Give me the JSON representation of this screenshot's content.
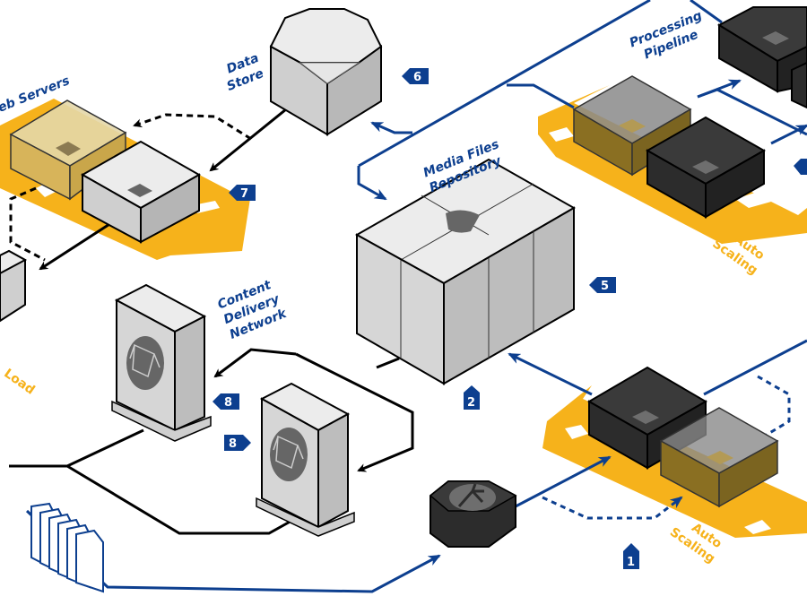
{
  "diagram": {
    "title": "Web application hosting architecture",
    "labels": {
      "web_servers": "eb Servers",
      "data_store_1": "Data",
      "data_store_2": "Store",
      "media_files_1": "Media Files",
      "media_files_2": "Repository",
      "processing_1": "Processing",
      "processing_2": "Pipeline",
      "cdn_1": "Content",
      "cdn_2": "Delivery",
      "cdn_3": "Network",
      "auto_scaling_top_1": "Auto",
      "auto_scaling_top_2": "Scaling",
      "auto_scaling_bottom_1": "Auto",
      "auto_scaling_bottom_2": "Scaling",
      "load_balancer": "Load"
    },
    "step_tags": [
      {
        "id": "tag-1",
        "number": "1"
      },
      {
        "id": "tag-2",
        "number": "2"
      },
      {
        "id": "tag-5",
        "number": "5"
      },
      {
        "id": "tag-6",
        "number": "6"
      },
      {
        "id": "tag-7",
        "number": "7"
      },
      {
        "id": "tag-8a",
        "number": "8"
      },
      {
        "id": "tag-8b",
        "number": "8"
      }
    ],
    "colors": {
      "blue": "#0d3f8f",
      "orange": "#f6b21b",
      "dark_box": "#2f2f2f",
      "light_box": "#d9d9d9",
      "ghost_box": "#8a6f22"
    },
    "nodes": [
      {
        "name": "web-server",
        "icon": "server-chip-icon"
      },
      {
        "name": "data-store",
        "icon": "database-octagon-icon"
      },
      {
        "name": "media-files-repository",
        "icon": "bucket-icon"
      },
      {
        "name": "cdn-edge-1",
        "icon": "globe-mesh-icon"
      },
      {
        "name": "cdn-edge-2",
        "icon": "globe-mesh-icon"
      },
      {
        "name": "load-balancer",
        "icon": "usb-split-icon"
      },
      {
        "name": "processing-instance",
        "icon": "chip-icon"
      },
      {
        "name": "ingest-instance",
        "icon": "chip-icon"
      },
      {
        "name": "document-stack",
        "icon": "documents-icon"
      }
    ]
  }
}
